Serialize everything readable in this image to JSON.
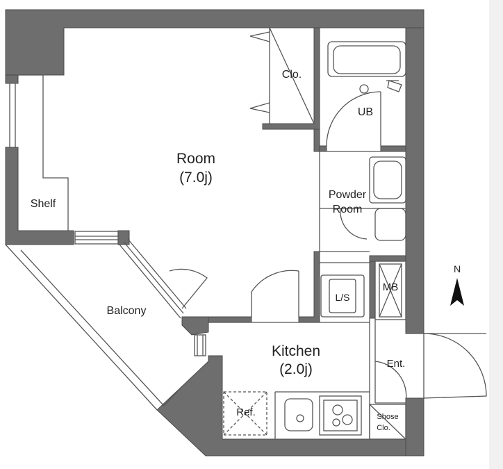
{
  "plan": {
    "rooms": {
      "room_name": "Room",
      "room_size": "(7.0j)",
      "kitchen_name": "Kitchen",
      "kitchen_size": "(2.0j)",
      "closet": "Clo.",
      "unit_bath": "UB",
      "powder_line1": "Powder",
      "powder_line2": "Room",
      "shelf": "Shelf",
      "balcony": "Balcony",
      "laundry_space": "L/S",
      "meter_box": "MB",
      "entrance": "Ent.",
      "refrigerator": "Ref.",
      "shoe_line1": "Shose",
      "shoe_line2": "Clo."
    },
    "compass_label": "N",
    "colors": {
      "wall": "#6e6e6e",
      "wall_edge": "#3f3f3f",
      "line": "#555555",
      "text": "#222222",
      "side_panel": "#f1f1f1"
    }
  }
}
